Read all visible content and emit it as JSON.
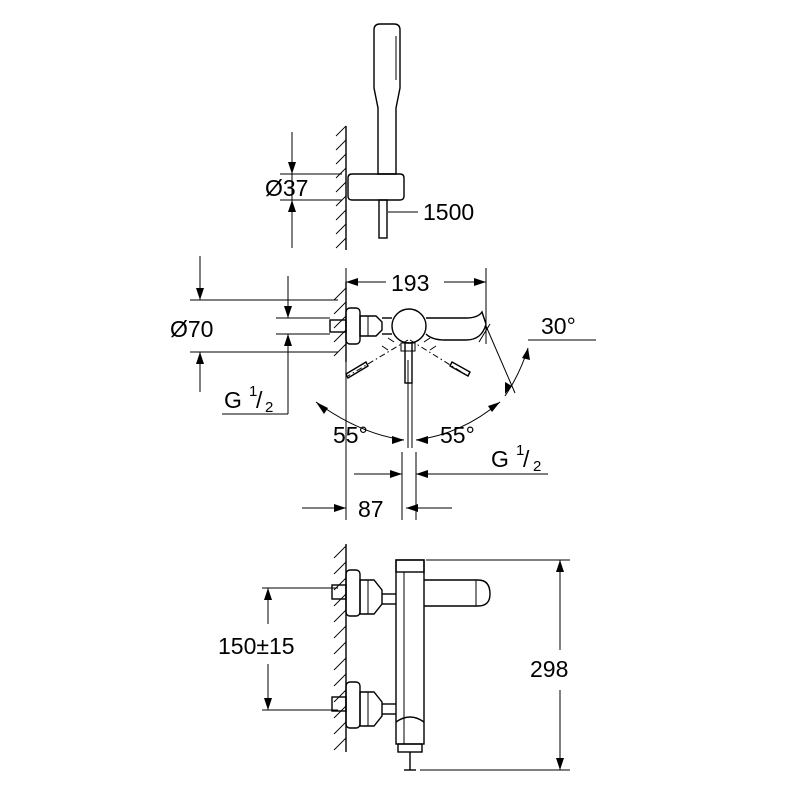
{
  "drawing": {
    "dim_diameter_hose": "Ø37",
    "dim_hose_length": "1500",
    "dim_projection": "193",
    "dim_spout_angle": "30°",
    "dim_diameter_escutcheon": "Ø70",
    "thread_left_main": "G",
    "thread_left_num": "1",
    "thread_left_den": "2",
    "dim_handle_angle_left": "55°",
    "dim_handle_angle_right": "55°",
    "thread_right_main": "G",
    "thread_right_num": "1",
    "thread_right_den": "2",
    "dim_outlet_offset": "87",
    "dim_centres": "150±15",
    "dim_height": "298"
  }
}
